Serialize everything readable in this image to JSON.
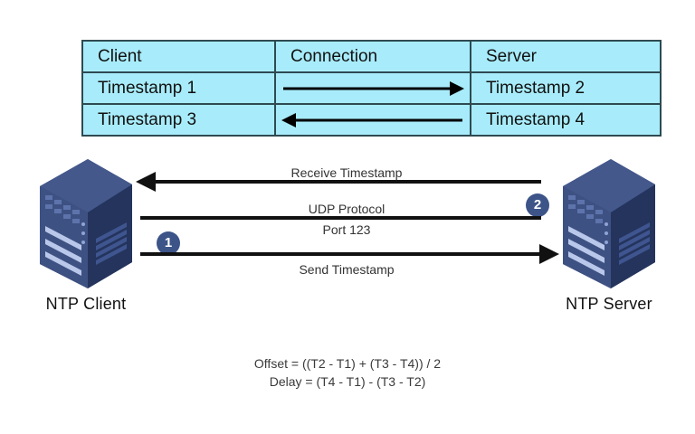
{
  "table": {
    "headers": [
      "Client",
      "Connection",
      "Server"
    ],
    "rows": [
      {
        "client": "Timestamp 1",
        "connection_arrow": "arrow-right",
        "server": "Timestamp 2"
      },
      {
        "client": "Timestamp 3",
        "connection_arrow": "arrow-left",
        "server": "Timestamp 4"
      }
    ]
  },
  "diagram": {
    "client_label": "NTP Client",
    "server_label": "NTP Server",
    "client_icon": "server-tower-icon",
    "server_icon": "server-tower-icon",
    "flows": [
      {
        "label": "Receive Timestamp",
        "direction": "server-to-client"
      },
      {
        "label": "UDP Protocol",
        "direction": "none"
      },
      {
        "label": "Port 123",
        "direction": "none"
      },
      {
        "label": "Send Timestamp",
        "direction": "client-to-server"
      }
    ],
    "badges": [
      {
        "number": "1",
        "step": "send"
      },
      {
        "number": "2",
        "step": "receive"
      }
    ]
  },
  "formula": {
    "offset": "Offset = ((T2 - T1) + (T3 - T4)) / 2",
    "delay": "Delay = (T4 - T1) - (T3 - T2)"
  },
  "colors": {
    "table_fill": "#a8ecfb",
    "table_border": "#2e4a52",
    "tower_front": "#2d3f6e",
    "tower_side": "#3d5080",
    "tower_top": "#3f5285",
    "badge": "#3c5488",
    "line": "#111111"
  }
}
